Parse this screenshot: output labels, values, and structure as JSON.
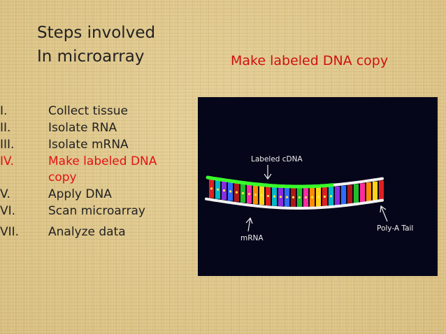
{
  "slide": {
    "title_line1": "Steps involved",
    "title_line2": "In microarray",
    "subtitle": "Make labeled DNA copy",
    "steps": [
      {
        "num": "I.",
        "text": "Collect tissue"
      },
      {
        "num": "II.",
        "text": "Isolate RNA"
      },
      {
        "num": "III.",
        "text": "Isolate mRNA"
      },
      {
        "num": "IV.",
        "text": "Make labeled DNA copy"
      },
      {
        "num": "V.",
        "text": "Apply DNA"
      },
      {
        "num": "VI.",
        "text": "Scan microarray"
      },
      {
        "num": "VII.",
        "text": "Analyze data"
      }
    ],
    "active_step_color": "#e11212"
  },
  "figure": {
    "label_cdna": "Labeled cDNA",
    "label_mrna": "mRNA",
    "label_polya": "Poly-A Tail",
    "colors": {
      "background": "#05061a",
      "cdna_strand": "#39ff2a",
      "backbone": "#f2f2f2",
      "bases": [
        "#e02020",
        "#8a2be2",
        "#ff8c00",
        "#2f6bff",
        "#1fbf2a",
        "#00b7c7",
        "#ff2aa0",
        "#ffd21a",
        "#b01818"
      ]
    }
  }
}
